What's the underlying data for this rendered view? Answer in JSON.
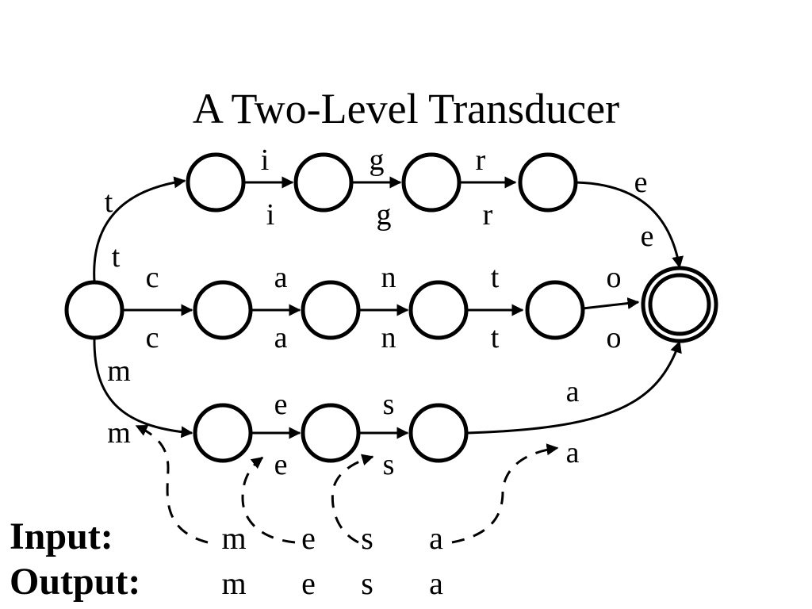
{
  "title": "A Two-Level Transducer",
  "arcs": {
    "tigre": {
      "t": {
        "input": "t",
        "output": "t"
      },
      "i": {
        "input": "i",
        "output": "i"
      },
      "g": {
        "input": "g",
        "output": "g"
      },
      "r": {
        "input": "r",
        "output": "r"
      },
      "e": {
        "input": "e",
        "output": "e"
      }
    },
    "canto": {
      "c": {
        "input": "c",
        "output": "c"
      },
      "a": {
        "input": "a",
        "output": "a"
      },
      "n": {
        "input": "n",
        "output": "n"
      },
      "t": {
        "input": "t",
        "output": "t"
      },
      "o": {
        "input": "o",
        "output": "o"
      }
    },
    "mesa": {
      "m": {
        "input": "m",
        "output": "m"
      },
      "e": {
        "input": "e",
        "output": "e"
      },
      "s": {
        "input": "s",
        "output": "s"
      },
      "a": {
        "input": "a",
        "output": "a"
      }
    }
  },
  "io": {
    "input_label": "Input:",
    "output_label": "Output:",
    "input_chars": [
      "m",
      "e",
      "s",
      "a"
    ],
    "output_chars": [
      "m",
      "e",
      "s",
      "a"
    ]
  }
}
